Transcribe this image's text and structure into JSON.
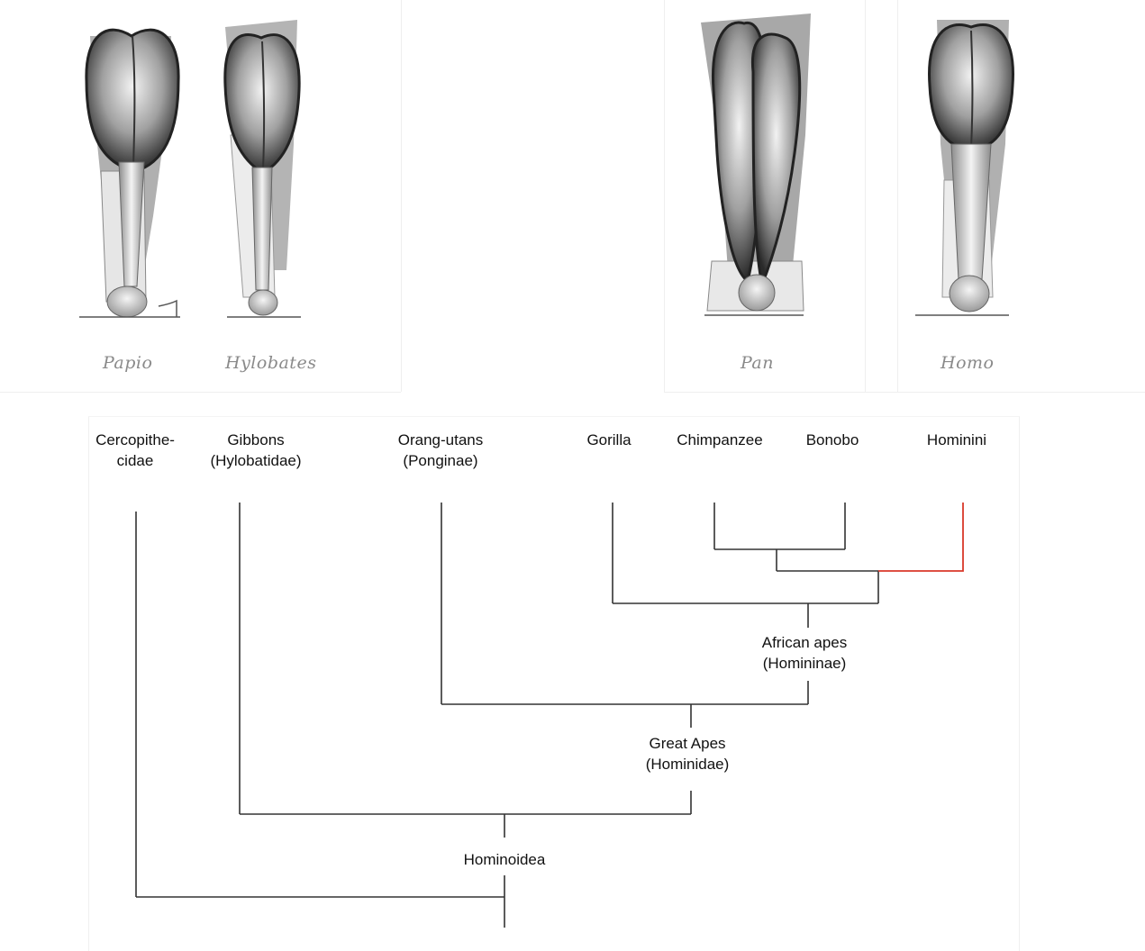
{
  "leg_labels": {
    "papio": "Papio",
    "hylobates": "Hylobates",
    "pan": "Pan",
    "homo": "Homo"
  },
  "taxa": {
    "cercopithecidae": {
      "line1": "Cercopithe-",
      "line2": "cidae"
    },
    "gibbons": {
      "line1": "Gibbons",
      "line2": "(Hylobatidae)"
    },
    "orang": {
      "line1": "Orang-utans",
      "line2": "(Ponginae)"
    },
    "gorilla": "Gorilla",
    "chimpanzee": "Chimpanzee",
    "bonobo": "Bonobo",
    "hominini": "Hominini"
  },
  "clades": {
    "african_apes": {
      "line1": "African apes",
      "line2": "(Homininae)"
    },
    "great_apes": {
      "line1": "Great Apes",
      "line2": "(Hominidae)"
    },
    "hominoidea": "Hominoidea"
  },
  "colors": {
    "tree_line": "#333333",
    "highlight_branch": "#d9382a",
    "muscle_dark": "#2a2a2a",
    "silhouette_gray": "#a8a8a8"
  }
}
